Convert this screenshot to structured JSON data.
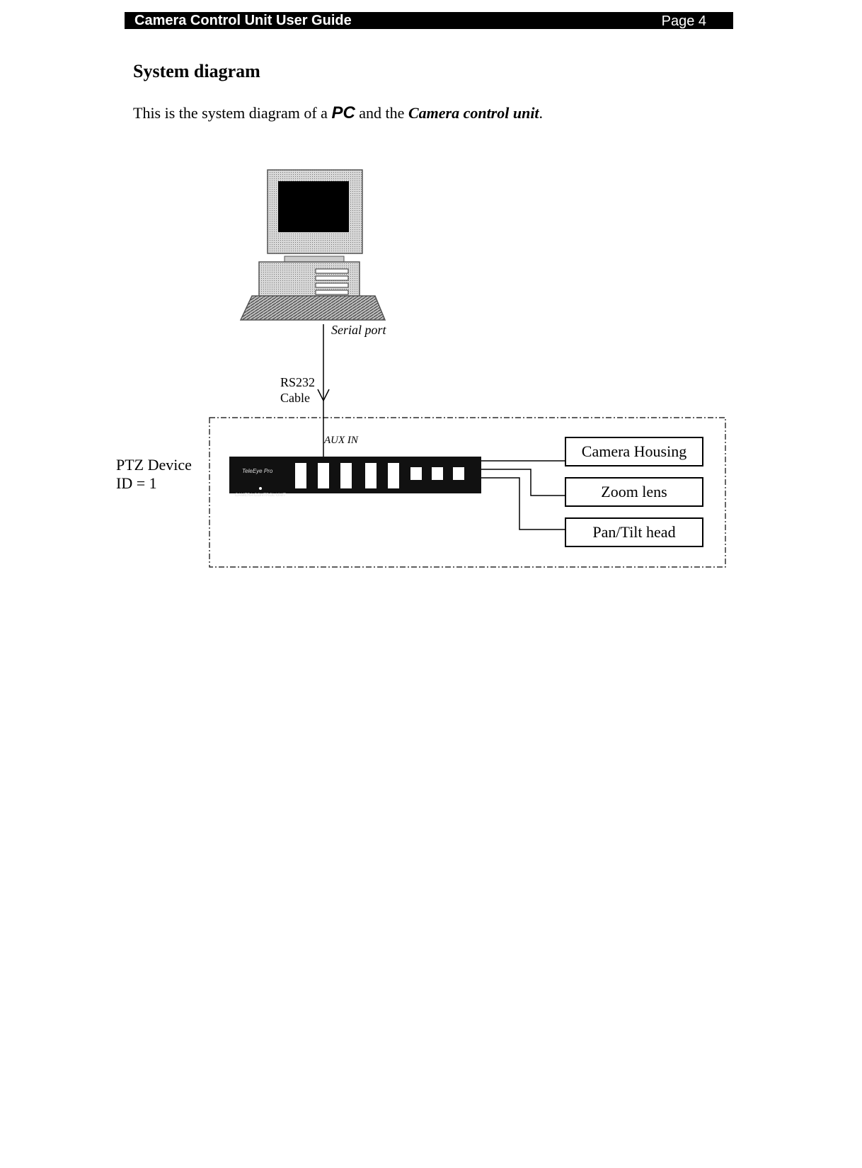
{
  "header": {
    "title": "Camera Control Unit User Guide",
    "page": "Page 4"
  },
  "section": {
    "title": "System diagram"
  },
  "intro": {
    "prefix": "This is the system diagram of a ",
    "pc": "PC",
    "middle": " and the ",
    "ccu": "Camera control unit",
    "suffix": "."
  },
  "diagram": {
    "serial_port_label": "Serial port",
    "rs232_label": "RS232",
    "cable_label": "Cable",
    "aux_in_label": "AUX IN",
    "ptz_device_label": "PTZ Device",
    "ptz_id_label": "ID = 1",
    "unit_brand": "TeleEye Pro",
    "unit_subtitle": "CAMERA CONTROL UNIT",
    "outputs": [
      "Camera Housing",
      "Zoom lens",
      "Pan/Tilt head"
    ]
  }
}
